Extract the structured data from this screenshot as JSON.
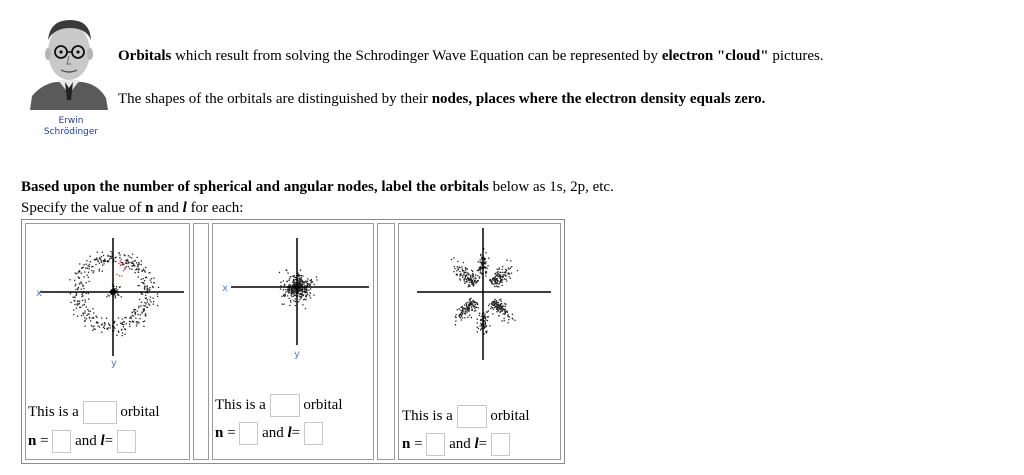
{
  "portrait": {
    "caption_line1": "Erwin",
    "caption_line2": "Schrödinger"
  },
  "intro": {
    "line1": {
      "bold_start": "Orbitals",
      "mid": " which result from solving the Schrodinger Wave Equation can be represented by ",
      "bold_end": "electron \"cloud\"",
      "end": " pictures."
    },
    "line2": {
      "start": "The shapes of the orbitals are distinguished by their ",
      "bold": "nodes, places where the electron density equals zero."
    }
  },
  "instructions": {
    "line1_bold": "Based upon the number of spherical and angular nodes, label the orbitals",
    "line1_rest": " below as 1s, 2p, etc.",
    "line2_start": "Specify the value of ",
    "n": "n",
    "and": " and ",
    "l": "l",
    "line2_end": " for each:"
  },
  "orbitals": [
    {
      "axis_x": "x",
      "axis_y": "y",
      "this_is_a": "This is a",
      "orbital": "orbital",
      "n_label": "n",
      "eq": "=",
      "and_label": "and",
      "l_label": "l",
      "orbital_answer": "",
      "n_value": "",
      "l_value": ""
    },
    {
      "axis_x": "x",
      "axis_y": "y",
      "this_is_a": "This is a",
      "orbital": "orbital",
      "n_label": "n",
      "eq": "=",
      "and_label": "and",
      "l_label": "l",
      "orbital_answer": "",
      "n_value": "",
      "l_value": ""
    },
    {
      "this_is_a": "This is a",
      "orbital": "orbital",
      "n_label": "n",
      "eq": "=",
      "and_label": "and",
      "l_label": "l",
      "orbital_answer": "",
      "n_value": "",
      "l_value": ""
    }
  ]
}
